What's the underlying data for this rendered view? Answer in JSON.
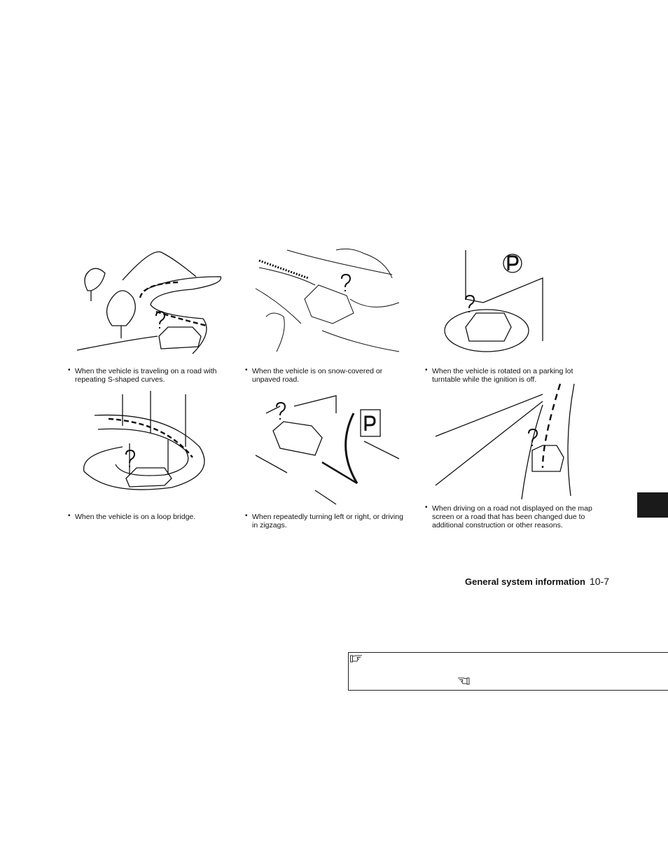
{
  "illustrations": [
    {
      "caption": "When the vehicle is traveling on a road with repeating S-shaped curves."
    },
    {
      "caption": "When the vehicle is on snow-covered or unpaved road."
    },
    {
      "caption": "When the vehicle is rotated on a parking lot turntable while the ignition is off."
    },
    {
      "caption": "When the vehicle is on a loop bridge."
    },
    {
      "caption": "When repeatedly turning left or right, or driving in zigzags."
    },
    {
      "caption": "When driving on a road not displayed on the map screen or a road that has been changed due to additional construction or other reasons."
    }
  ],
  "bullet": "•",
  "footer": {
    "section": "General system information",
    "page": "10-7"
  },
  "icons": {
    "note_start": "pointing-hand-right-icon",
    "note_end": "pointing-hand-left-icon"
  },
  "colors": {
    "tab": "#1a1a1a",
    "ink": "#111111"
  }
}
